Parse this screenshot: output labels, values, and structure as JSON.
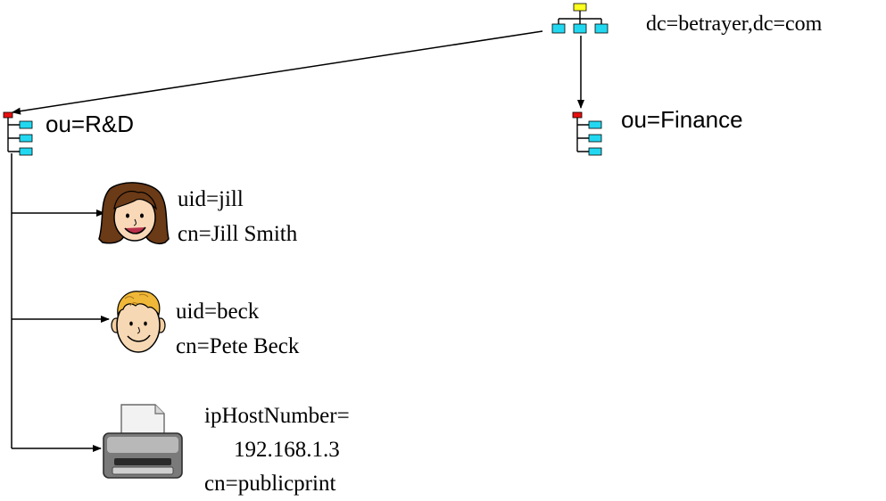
{
  "tree": {
    "root": {
      "label": "dc=betrayer,dc=com",
      "icon": "directory-tree-icon"
    },
    "ous": [
      {
        "label": "ou=R&D",
        "icon": "org-unit-icon"
      },
      {
        "label": "ou=Finance",
        "icon": "org-unit-icon"
      }
    ],
    "entries": [
      {
        "icon": "woman-avatar-icon",
        "lines": [
          "uid=jill",
          "cn=Jill Smith"
        ]
      },
      {
        "icon": "man-avatar-icon",
        "lines": [
          "uid=beck",
          "cn=Pete Beck"
        ]
      },
      {
        "icon": "printer-icon",
        "lines": [
          "ipHostNumber=",
          "192.168.1.3",
          "cn=publicprint"
        ]
      }
    ]
  },
  "colors": {
    "root_node": "#ffff00",
    "ou_node": "#ff0000",
    "child_node": "#00ffff",
    "line": "#000000"
  }
}
